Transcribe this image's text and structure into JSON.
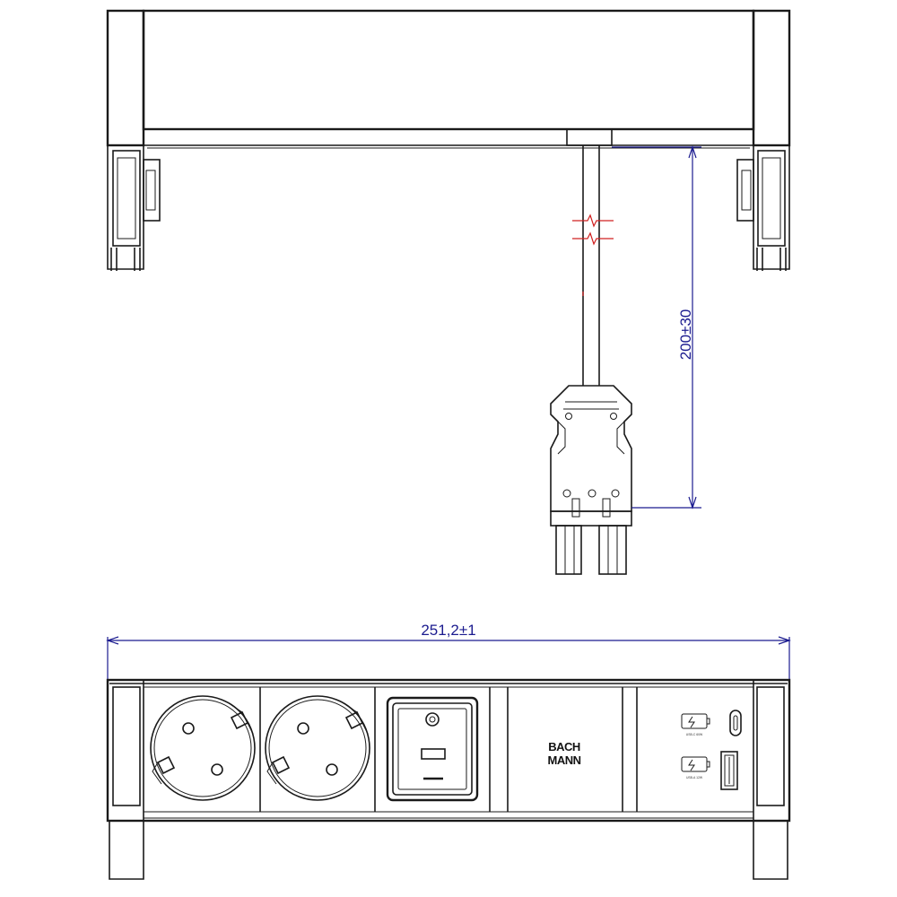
{
  "dimensions": {
    "cable_length": "200±30",
    "overall_width": "251,2±1"
  },
  "brand": {
    "line1": "BACH",
    "line2": "MANN"
  },
  "usb_ports": {
    "c_label": "USB-C 60W",
    "a_label": "USB-A 12W"
  },
  "colors": {
    "outline": "#1a1a1a",
    "dimension": "#1b1b8f",
    "break_mark": "#d02020"
  },
  "icons": [
    "schuko-socket-icon",
    "rocker-switch-icon",
    "usb-c-port-icon",
    "usb-a-port-icon",
    "battery-charge-icon"
  ]
}
